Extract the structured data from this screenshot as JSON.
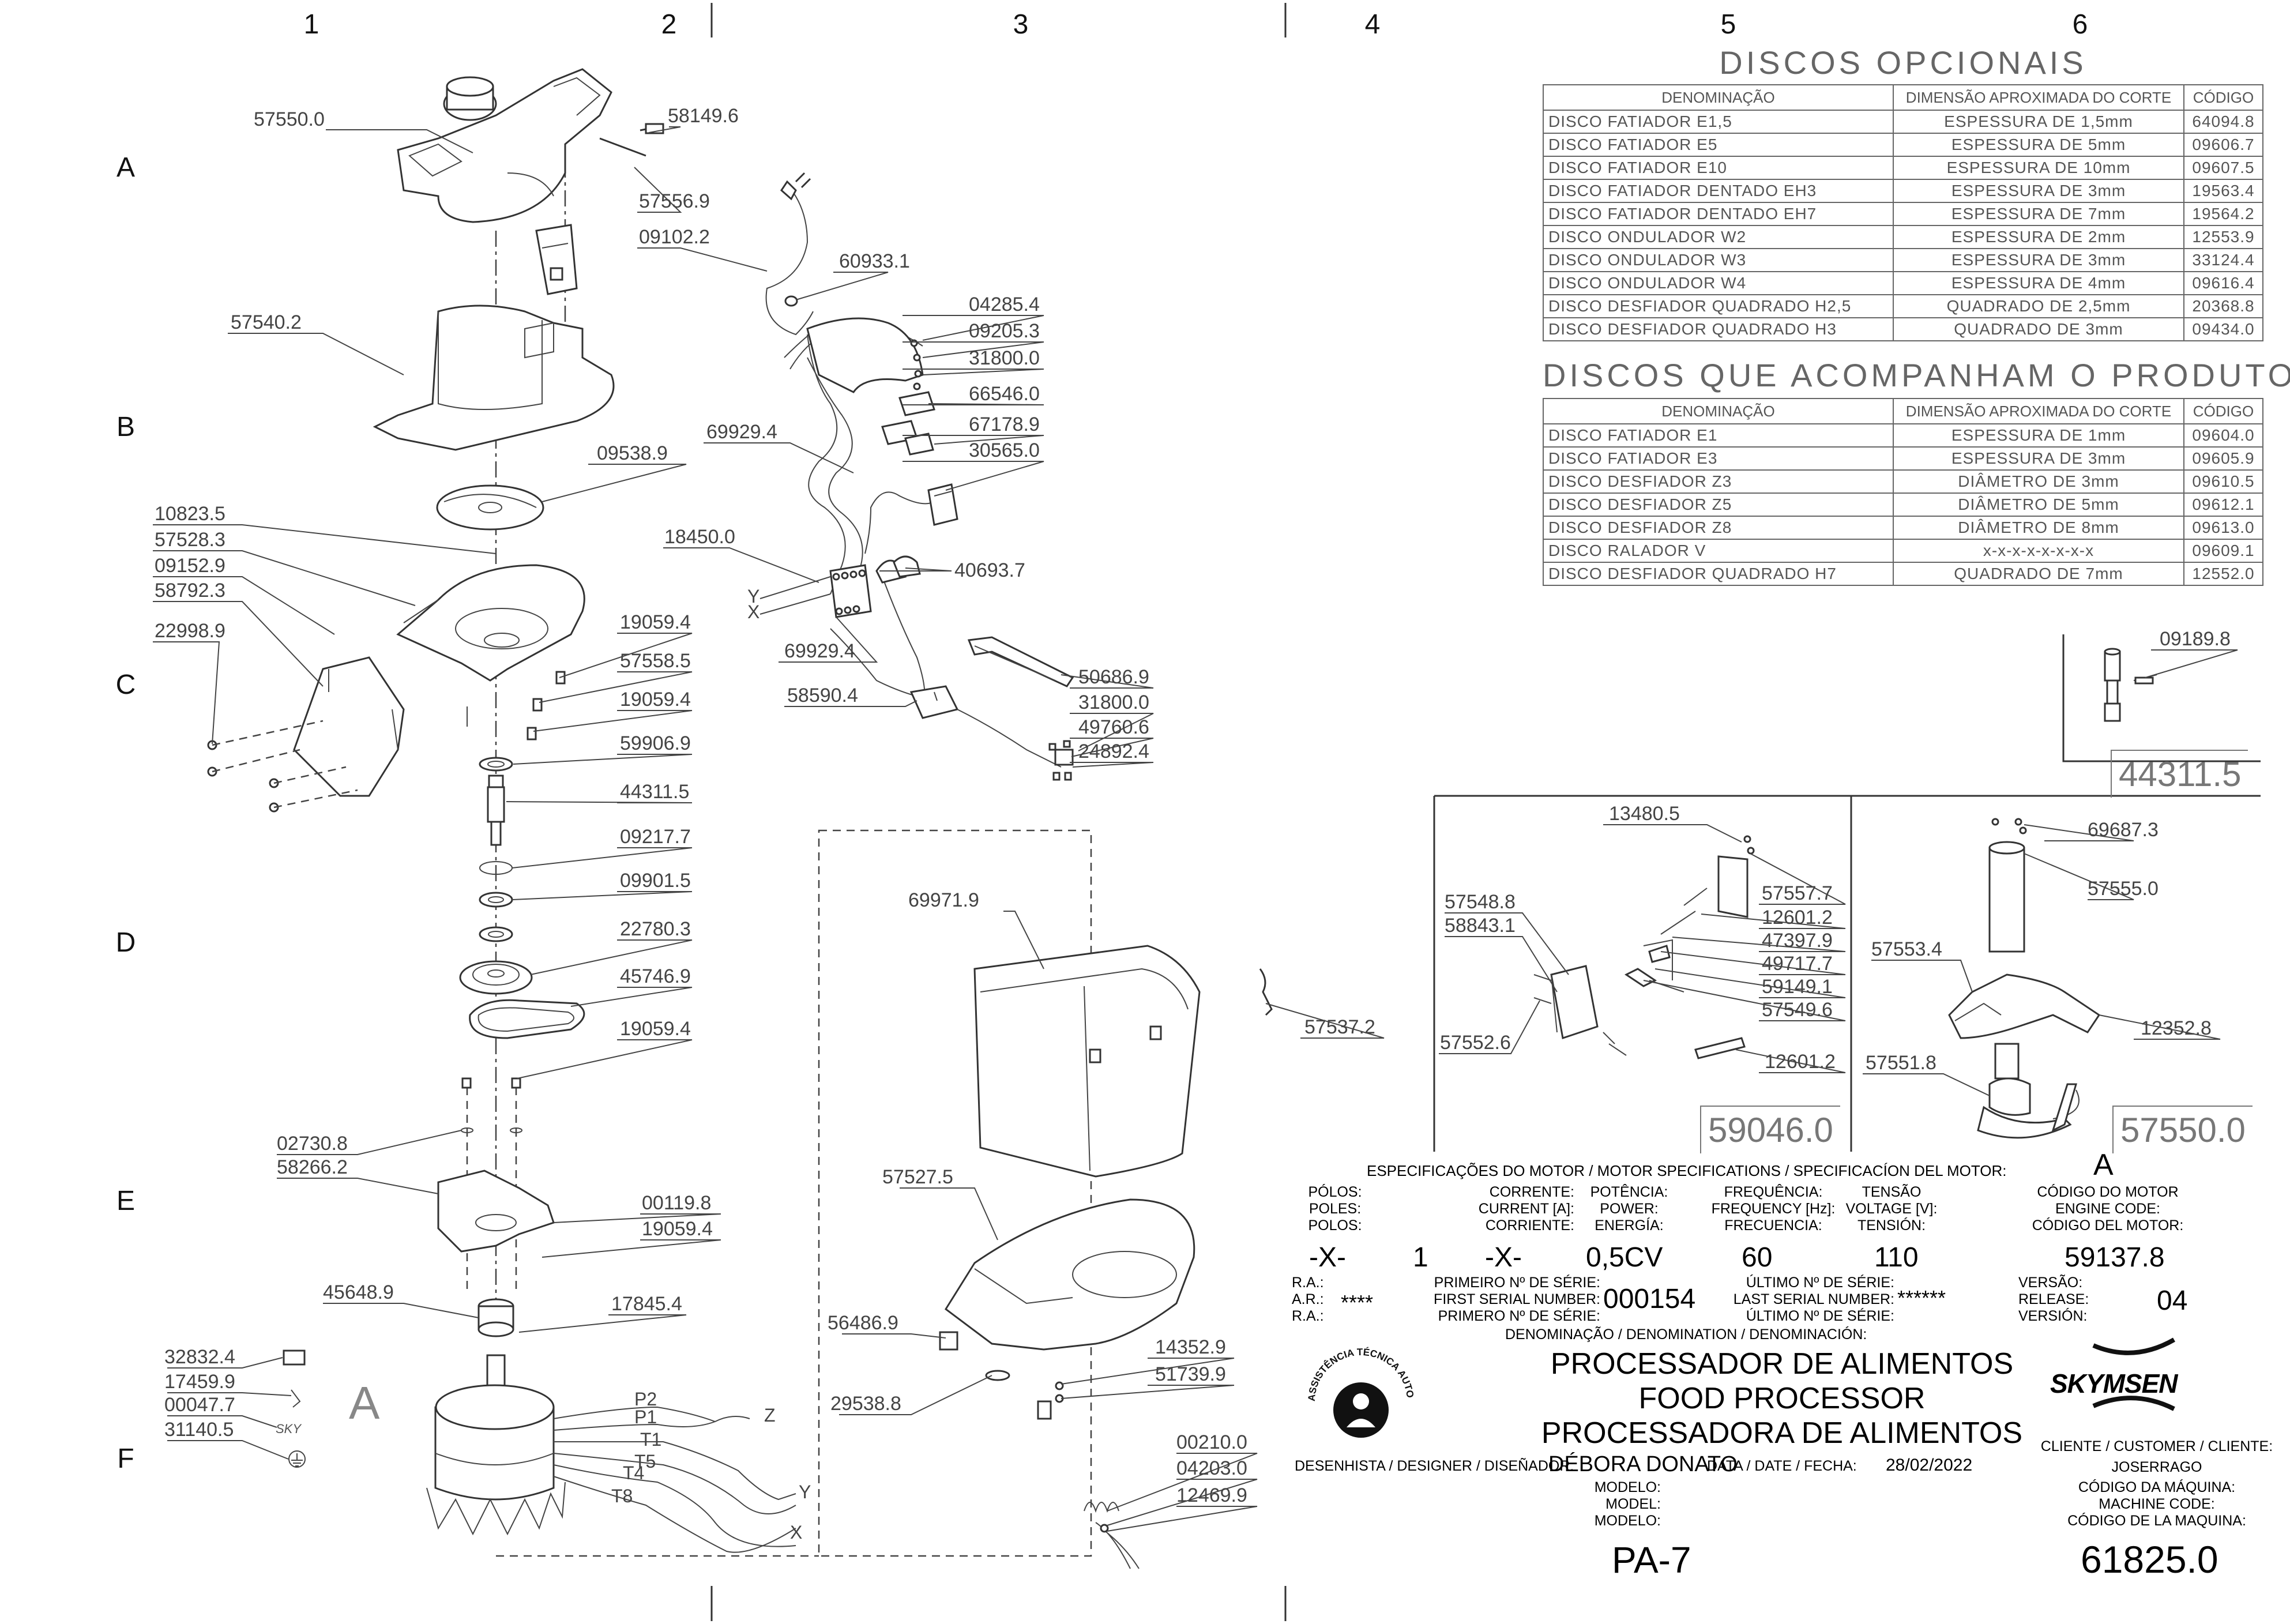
{
  "grid": {
    "columns": [
      "1",
      "2",
      "3",
      "4",
      "5",
      "6"
    ],
    "rows": [
      "A",
      "B",
      "C",
      "D",
      "E",
      "F"
    ]
  },
  "parts": {
    "p57550": "57550.0",
    "p58149": "58149.6",
    "p57556": "57556.9",
    "p09102": "09102.2",
    "p60933": "60933.1",
    "p04285": "04285.4",
    "p09205": "09205.3",
    "p31800a": "31800.0",
    "p66546": "66546.0",
    "p67178": "67178.9",
    "p30565": "30565.0",
    "p69929a": "69929.4",
    "p57540": "57540.2",
    "p09538": "09538.9",
    "p10823": "10823.5",
    "p57528": "57528.3",
    "p09152": "09152.9",
    "p58792": "58792.3",
    "p22998": "22998.9",
    "p18450": "18450.0",
    "p40693": "40693.7",
    "p19059a": "19059.4",
    "p57558": "57558.5",
    "p19059b": "19059.4",
    "p69929b": "69929.4",
    "p58590": "58590.4",
    "p50686": "50686.9",
    "p31800b": "31800.0",
    "p49760": "49760.6",
    "p24892": "24892.4",
    "p59906": "59906.9",
    "p44311": "44311.5",
    "p09217": "09217.7",
    "p09901": "09901.5",
    "p22780": "22780.3",
    "p45746": "45746.9",
    "p19059c": "19059.4",
    "p69971": "69971.9",
    "p57537": "57537.2",
    "p02730": "02730.8",
    "p58266": "58266.2",
    "p00119": "00119.8",
    "p19059d": "19059.4",
    "p57527": "57527.5",
    "p45648": "45648.9",
    "p17845": "17845.4",
    "p56486": "56486.9",
    "p14352": "14352.9",
    "p51739": "51739.9",
    "p29538": "29538.8",
    "p32832": "32832.4",
    "p17459": "17459.9",
    "p00047": "00047.7",
    "p31140": "31140.5",
    "p00210": "00210.0",
    "p04203": "04203.0",
    "p12469": "12469.9",
    "p09189": "09189.8",
    "p13480": "13480.5",
    "p57557": "57557.7",
    "p12601a": "12601.2",
    "p47397": "47397.9",
    "p49717": "49717.7",
    "p59149": "59149.1",
    "p57549": "57549.6",
    "p12601b": "12601.2",
    "p57548": "57548.8",
    "p58843": "58843.1",
    "p57552": "57552.6",
    "p69687": "69687.3",
    "p57555": "57555.0",
    "p57553": "57553.4",
    "p12352": "12352.8",
    "p57551": "57551.8"
  },
  "wires": {
    "y": "Y",
    "x": "X",
    "z": "Z",
    "y2": "Y",
    "x2": "X",
    "p2": "P2",
    "p1": "P1",
    "t1": "T1",
    "t5": "T5",
    "t4": "T4",
    "t8": "T8",
    "motor_letter": "A"
  },
  "boxes": {
    "b44311": "44311.5",
    "b59046": "59046.0",
    "b57550": "57550.0"
  },
  "discos_opcionais": {
    "title": "DISCOS OPCIONAIS",
    "headers": [
      "DENOMINAÇÃO",
      "DIMENSÃO APROXIMADA DO CORTE",
      "CÓDIGO"
    ],
    "rows": [
      [
        "DISCO FATIADOR E1,5",
        "ESPESSURA DE 1,5mm",
        "64094.8"
      ],
      [
        "DISCO FATIADOR E5",
        "ESPESSURA DE 5mm",
        "09606.7"
      ],
      [
        "DISCO FATIADOR E10",
        "ESPESSURA DE 10mm",
        "09607.5"
      ],
      [
        "DISCO FATIADOR DENTADO EH3",
        "ESPESSURA DE 3mm",
        "19563.4"
      ],
      [
        "DISCO FATIADOR DENTADO EH7",
        "ESPESSURA DE 7mm",
        "19564.2"
      ],
      [
        "DISCO ONDULADOR W2",
        "ESPESSURA DE 2mm",
        "12553.9"
      ],
      [
        "DISCO ONDULADOR W3",
        "ESPESSURA DE 3mm",
        "33124.4"
      ],
      [
        "DISCO ONDULADOR W4",
        "ESPESSURA DE 4mm",
        "09616.4"
      ],
      [
        "DISCO DESFIADOR QUADRADO H2,5",
        "QUADRADO DE 2,5mm",
        "20368.8"
      ],
      [
        "DISCO DESFIADOR QUADRADO H3",
        "QUADRADO DE 3mm",
        "09434.0"
      ]
    ]
  },
  "discos_acompanham": {
    "title": "DISCOS QUE ACOMPANHAM O PRODUTO",
    "headers": [
      "DENOMINAÇÃO",
      "DIMENSÃO APROXIMADA DO CORTE",
      "CÓDIGO"
    ],
    "rows": [
      [
        "DISCO FATIADOR E1",
        "ESPESSURA DE 1mm",
        "09604.0"
      ],
      [
        "DISCO FATIADOR E3",
        "ESPESSURA DE 3mm",
        "09605.9"
      ],
      [
        "DISCO DESFIADOR Z3",
        "DIÂMETRO DE 3mm",
        "09610.5"
      ],
      [
        "DISCO DESFIADOR Z5",
        "DIÂMETRO DE 5mm",
        "09612.1"
      ],
      [
        "DISCO DESFIADOR Z8",
        "DIÂMETRO DE 8mm",
        "09613.0"
      ],
      [
        "DISCO RALADOR V",
        "x-x-x-x-x-x-x-x",
        "09609.1"
      ],
      [
        "DISCO DESFIADOR QUADRADO H7",
        "QUADRADO DE 7mm",
        "12552.0"
      ]
    ]
  },
  "title_block": {
    "motor_spec_title": "ESPECIFICAÇÕES DO MOTOR / MOTOR SPECIFICATIONS / SPECIFICACÍON DEL MOTOR:",
    "motor_letter": "A",
    "polos_label": "PÓLOS:\nPOLES:\nPOLOS:",
    "corrente_label": "CORRENTE:\nCURRENT [A]:\nCORRIENTE:",
    "potencia_label": "POTÊNCIA:\nPOWER:\nENERGÍA:",
    "frequencia_label": "FREQUÊNCIA:\nFREQUENCY [Hz]:\nFRECUENCIA:",
    "tensao_label": "TENSÃO\nVOLTAGE [V]:\nTENSIÓN:",
    "codigo_motor_label": "CÓDIGO DO MOTOR\nENGINE CODE:\nCÓDIGO DEL MOTOR:",
    "polos_val_a": "-X-",
    "polos_val_b": "1",
    "corrente_val": "-X-",
    "potencia_val": "0,5CV",
    "frequencia_val": "60",
    "tensao_val": "110",
    "codigo_motor_val": "59137.8",
    "ra_label": "R.A.:\nA.R.:\nR.A.:",
    "ra_val": "****",
    "primeiro_label": "PRIMEIRO Nº DE SÉRIE:\nFIRST SERIAL NUMBER:\nPRIMERO Nº DE SÉRIE:",
    "primeiro_val": "000154",
    "ultimo_label": "ÚLTIMO Nº DE SÉRIE:\nLAST SERIAL NUMBER:\nÚLTIMO Nº DE SÉRIE:",
    "ultimo_val": "******",
    "versao_label": "VERSÃO:\nRELEASE:\nVERSIÓN:",
    "versao_val": "04",
    "denominacao_label": "DENOMINAÇÃO / DENOMINATION / DENOMINACIÓN:",
    "name_pt": "PROCESSADOR DE ALIMENTOS",
    "name_en": "FOOD PROCESSOR",
    "name_es": "PROCESSADORA DE ALIMENTOS",
    "brand": "SKYMSEN",
    "seal_text": "ASSISTÊNCIA TÉCNICA AUTORIZADA",
    "designer_label": "DESENHISTA / DESIGNER / DISEÑADOR:",
    "designer_val": "DÉBORA DONATO",
    "date_label": "DATA / DATE / FECHA:",
    "date_val": "28/02/2022",
    "cliente_label": "CLIENTE / CUSTOMER / CLIENTE:",
    "cliente_val": "JOSERRAGO",
    "modelo_label": "MODELO:\nMODEL:\nMODELO:",
    "modelo_val": "PA-7",
    "codigo_maquina_label": "CÓDIGO DA MÁQUINA:\nMACHINE CODE:\nCÓDIGO DE LA MAQUINA:",
    "codigo_maquina_val": "61825.0"
  }
}
